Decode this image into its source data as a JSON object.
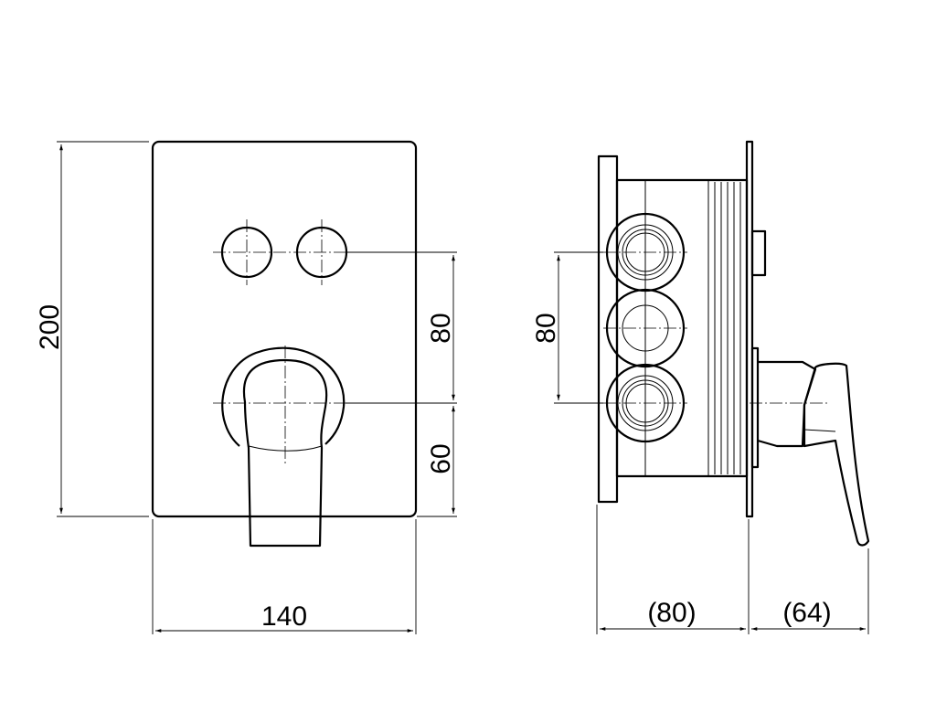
{
  "front_view": {
    "dim_height": "200",
    "dim_width": "140",
    "dim_buttons_to_lever": "80",
    "dim_lever_to_bottom": "60"
  },
  "side_view": {
    "dim_outlet_spacing": "80",
    "dim_body_depth": "(80)",
    "dim_handle_depth": "(64)"
  },
  "colors": {
    "line": "#000000",
    "background": "#ffffff"
  }
}
